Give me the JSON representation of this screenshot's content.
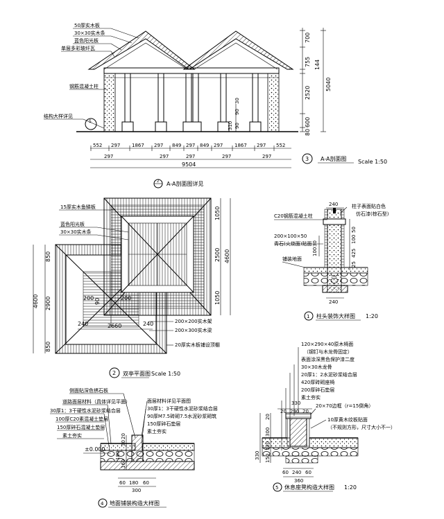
{
  "section": {
    "labels": [
      "50厚实木板",
      "30×30实木条",
      "蓝色阳光板",
      "单层多彩玻纤瓦",
      "钢筋混凝土柱",
      "结构大样详见"
    ],
    "circle_ref": "3",
    "circle_ref_small": "5",
    "right_dims": [
      "700",
      "755",
      "144",
      "2520",
      "5040",
      "600",
      "80"
    ],
    "mid_dims": [
      "90",
      "30",
      "310",
      "90"
    ],
    "dims_row1": [
      "552",
      "297",
      "1867",
      "297",
      "849",
      "297",
      "849",
      "297",
      "1867",
      "297",
      "552"
    ],
    "dims_row2": [
      "297",
      "297",
      "297",
      "297",
      "297"
    ],
    "total": "9504",
    "title_num": "3",
    "title": "A-A剖面图",
    "scale": "Scale 1:50",
    "detail_circle": "2",
    "detail_label": "A-A剖面图详见"
  },
  "plan": {
    "labels": [
      "15厚实木鱼鳞板",
      "蓝色阳光板",
      "30×30实木条",
      "200×200实木架",
      "200×300实木梁",
      "20厚实木板铺设顶棚"
    ],
    "right_dims": [
      "1050",
      "2500",
      "4600",
      "1050"
    ],
    "left_dims": [
      "850",
      "2900",
      "4600",
      "850"
    ],
    "inner_dims": [
      "200",
      "90",
      "200",
      "240",
      "2660",
      "240"
    ],
    "title_num": "2",
    "title": "双亭平面图",
    "scale": "Scale 1:50"
  },
  "column": {
    "top_dim": "240",
    "labels": [
      "柱子表面贴白色",
      "仿石漆(棕石型)",
      "C20钢筋混凝土柱",
      "200×100×50",
      "青石(火烧面)贴面",
      "铺装地面"
    ],
    "right_dims": [
      "50",
      "100",
      "425",
      "25"
    ],
    "left_dims": [
      "30",
      "100"
    ],
    "bottom_dim": "240",
    "title_num": "1",
    "title": "柱头装饰大样图",
    "scale": "1:20"
  },
  "paving": {
    "labels": [
      "侧面贴深色锈石板",
      "道路面层材料（具体详见平面）",
      "30厚1：3干硬性水泥砂浆结合层",
      "100厚C20素混凝土垫层",
      "150厚碎石混凝土垫层",
      "素土夯实"
    ],
    "right_labels": [
      "面层材料详见平面图",
      "30厚1：3干硬性水泥砂浆结合层",
      "90厚M7.5砖砌7.5水泥砂浆砌筑",
      "150厚碎石垫层",
      "素土夯实"
    ],
    "elevation": "±0.000",
    "side_dims": [
      "30",
      "20",
      "180",
      "160"
    ],
    "bottom_dims": [
      "60",
      "180",
      "60",
      "300"
    ],
    "title_num": "4",
    "title": "地面铺装构造大样图"
  },
  "bench": {
    "labels": [
      "120×290×40原木椅面",
      "（钢钉与木龙骨固定）",
      "表面涂深黑色保护漆二度",
      "30×30木龙骨",
      "20厚1：2水泥砂浆结合层",
      "420厚砖砌座椅",
      "200厚碎石垫层",
      "素土夯实"
    ],
    "right_labels": [
      "20×70边框（r=15倒角）",
      "10厚黄木纹板贴面",
      "（不规则方形，尺寸大小不一）"
    ],
    "top_dims": [
      "330",
      "20",
      "290",
      "20"
    ],
    "left_dims": [
      "20",
      "300",
      "120",
      "150",
      "330"
    ],
    "bottom_dims": [
      "60",
      "240",
      "60",
      "360"
    ],
    "title_num": "5",
    "title": "休息座凳构造大样图",
    "scale": "1:20"
  }
}
